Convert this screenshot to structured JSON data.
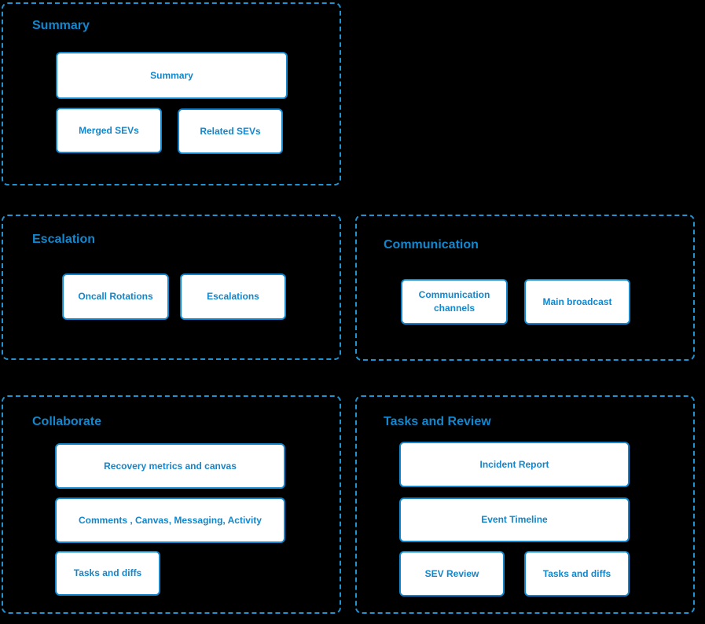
{
  "colors": {
    "accent": "#1287cd",
    "dashed_border": "#2193d2",
    "node_background": "#ffffff",
    "canvas_background": "#000000"
  },
  "sections": [
    {
      "title": "Summary",
      "nodes": [
        {
          "label": "Summary"
        },
        {
          "label": "Merged SEVs"
        },
        {
          "label": "Related SEVs"
        }
      ]
    },
    {
      "title": "Escalation",
      "nodes": [
        {
          "label": "Oncall Rotations"
        },
        {
          "label": "Escalations"
        }
      ]
    },
    {
      "title": "Communication",
      "nodes": [
        {
          "label": "Communication channels"
        },
        {
          "label": "Main broadcast"
        }
      ]
    },
    {
      "title": "Collaborate",
      "nodes": [
        {
          "label": "Recovery metrics and canvas"
        },
        {
          "label": "Comments , Canvas, Messaging, Activity"
        },
        {
          "label": "Tasks and diffs"
        }
      ]
    },
    {
      "title": "Tasks and Review",
      "nodes": [
        {
          "label": "Incident Report"
        },
        {
          "label": "Event Timeline"
        },
        {
          "label": "SEV Review"
        },
        {
          "label": "Tasks and diffs"
        }
      ]
    }
  ]
}
